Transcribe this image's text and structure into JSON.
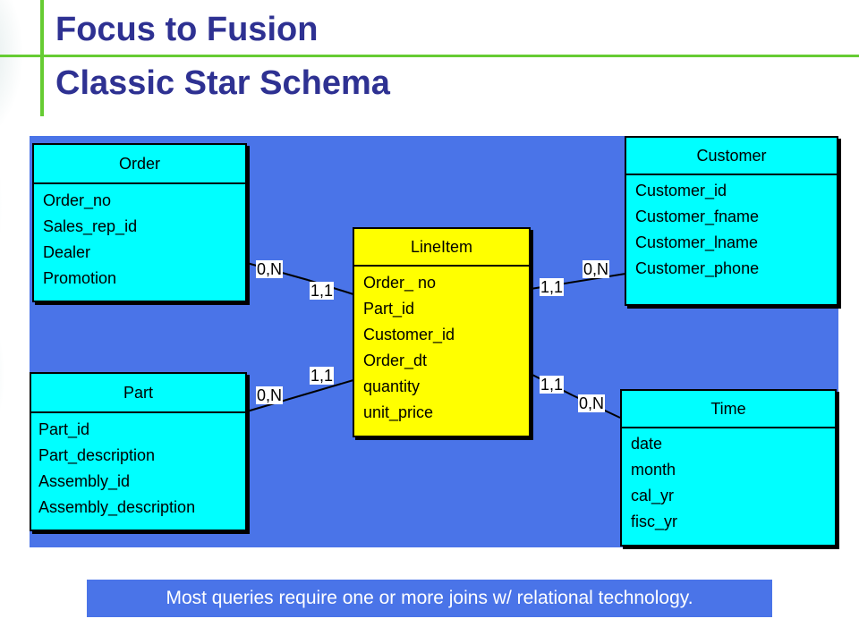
{
  "slide": {
    "title": "Focus to Fusion",
    "subtitle": "Classic Star Schema",
    "footer_note": "Most queries require one or more joins w/ relational technology."
  },
  "colors": {
    "title": "#2e3192",
    "accent_green": "#66cc33",
    "diagram_background": "#4a74e8",
    "dimension_fill": "#00ffff",
    "fact_fill": "#ffff00"
  },
  "entities": {
    "order": {
      "name": "Order",
      "attributes": [
        "Order_no",
        "Sales_rep_id",
        "Dealer",
        "Promotion"
      ]
    },
    "part": {
      "name": "Part",
      "attributes": [
        "Part_id",
        "Part_description",
        "Assembly_id",
        "Assembly_description"
      ]
    },
    "lineitem": {
      "name": "LineItem",
      "attributes": [
        "Order_ no",
        "Part_id",
        "Customer_id",
        "Order_dt",
        "quantity",
        "unit_price"
      ]
    },
    "customer": {
      "name": "Customer",
      "attributes": [
        "Customer_id",
        "Customer_fname",
        "Customer_lname",
        "Customer_phone"
      ]
    },
    "time": {
      "name": "Time",
      "attributes": [
        "date",
        "month",
        "cal_yr",
        "fisc_yr"
      ]
    }
  },
  "relationships": [
    {
      "from": "Order",
      "to": "LineItem",
      "from_card": "0,N",
      "to_card": "1,1"
    },
    {
      "from": "Part",
      "to": "LineItem",
      "from_card": "0,N",
      "to_card": "1,1"
    },
    {
      "from": "Customer",
      "to": "LineItem",
      "from_card": "0,N",
      "to_card": "1,1"
    },
    {
      "from": "Time",
      "to": "LineItem",
      "from_card": "0,N",
      "to_card": "1,1"
    }
  ]
}
